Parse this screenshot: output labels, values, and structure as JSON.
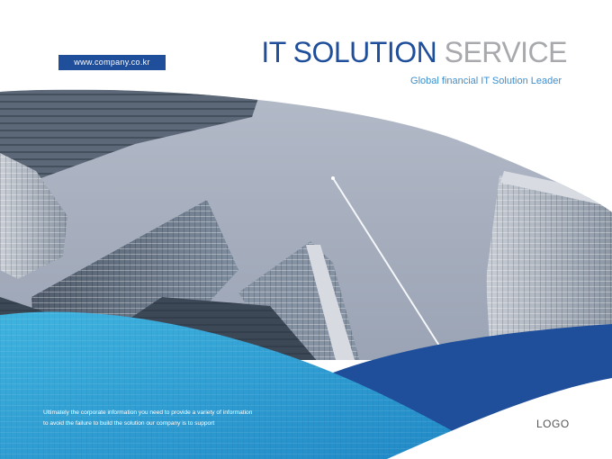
{
  "header": {
    "url": "www.company.co.kr",
    "title_primary": "IT SOLUTION",
    "title_secondary": "SERVICE",
    "subtitle": "Global financial IT Solution Leader"
  },
  "footer": {
    "description_line1": "Ultimately the corporate information you need to provide a variety of information",
    "description_line2": "to avoid the failure to build the solution our company is to support",
    "logo": "LOGO"
  },
  "colors": {
    "brand_blue": "#1f4e9a",
    "accent_cyan": "#2aa3d6",
    "title_gray": "#a7a9ac",
    "subtitle_blue": "#3a8fd1"
  }
}
